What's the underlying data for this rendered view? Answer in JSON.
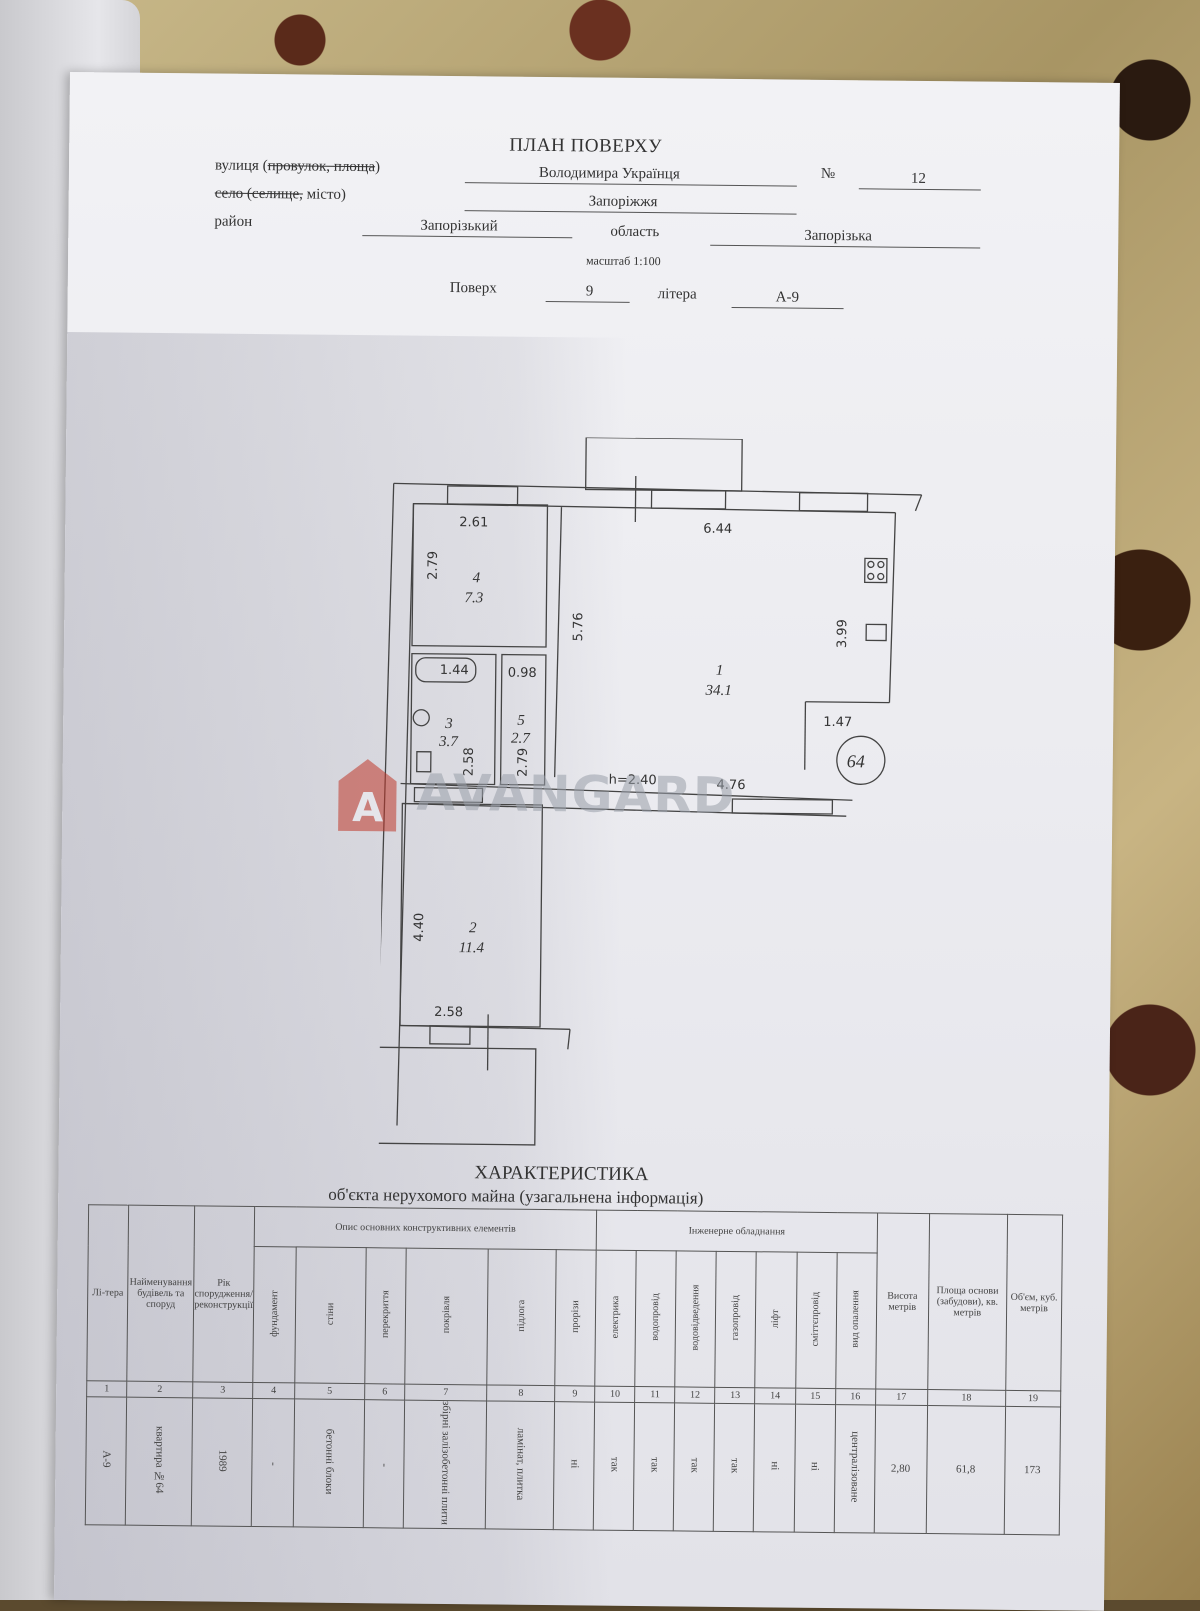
{
  "header": {
    "title": "ПЛАН ПОВЕРХУ",
    "street_label_a": "вулиця (",
    "street_label_strike": "провулок, площа",
    "street_label_b": ")",
    "street_value": "Володимира Українця",
    "no_label": "№",
    "no_value": "12",
    "city_label_strike": "село (селище,",
    "city_label_b": " місто)",
    "city_value": "Запоріжжя",
    "district_label": "район",
    "district_value": "Запорізький",
    "region_label": "область",
    "region_value": "Запорізька",
    "scale": "масштаб 1:100",
    "floor_label": "Поверх",
    "floor_value": "9",
    "letter_label": "літера",
    "letter_value": "А-9"
  },
  "plan": {
    "dims": {
      "d261": "2.61",
      "d644": "6.44",
      "d279a": "2.79",
      "d576": "5.76",
      "d399": "3.99",
      "d144": "1.44",
      "d098": "0.98",
      "d147": "1.47",
      "d258a": "2.58",
      "d279b": "2.79",
      "h": "h=2.40",
      "d476": "4.76",
      "d440": "4.40",
      "d258b": "2.58"
    },
    "rooms": {
      "r1n": "1",
      "r1a": "34.1",
      "r2n": "2",
      "r2a": "11.4",
      "r3n": "3",
      "r3a": "3.7",
      "r4n": "4",
      "r4a": "7.3",
      "r5n": "5",
      "r5a": "2.7"
    },
    "apt_number": "64"
  },
  "watermark": {
    "text": "AVANGARD",
    "letter": "A",
    "color": "#c0392b"
  },
  "characteristics": {
    "title": "ХАРАКТЕРИСТИКА",
    "subtitle": "об'єкта нерухомого майна (узагальнена інформація)",
    "group1": "Опис основних конструктивних елементів",
    "group2": "Інженерне обладнання",
    "headers": {
      "c1": "Лі-тера",
      "c2": "Найменування будівель та споруд",
      "c3": "Рік спорудження/ реконструкції",
      "c4": "фундамент",
      "c5": "стіни",
      "c6": "перекриття",
      "c7": "покрівля",
      "c8": "підлога",
      "c9": "прорізи",
      "c10": "електрика",
      "c11": "водопровід",
      "c12": "водовідведення",
      "c13": "газопровід",
      "c14": "ліфт",
      "c15": "сміттєпровід",
      "c16": "вид опалення",
      "c17": "Висота метрів",
      "c18": "Площа основи (забудови), кв. метрів",
      "c19": "Об'єм, куб. метрів"
    },
    "numbers": [
      "1",
      "2",
      "3",
      "4",
      "5",
      "6",
      "7",
      "8",
      "9",
      "10",
      "11",
      "12",
      "13",
      "14",
      "15",
      "16",
      "17",
      "18",
      "19"
    ],
    "row": {
      "v1": "А-9",
      "v2": "квартира №64",
      "v3": "1989",
      "v4": "-",
      "v5": "бетонні блоки",
      "v6": "-",
      "v7": "збірні залізобетонні плити",
      "v8": "ламінат, плитка",
      "v9": "ні",
      "v10": "так",
      "v11": "так",
      "v12": "так",
      "v13": "так",
      "v14": "ні",
      "v15": "ні",
      "v16": "централізоване",
      "v17": "2,80",
      "v18": "61,8",
      "v19": "173"
    }
  }
}
